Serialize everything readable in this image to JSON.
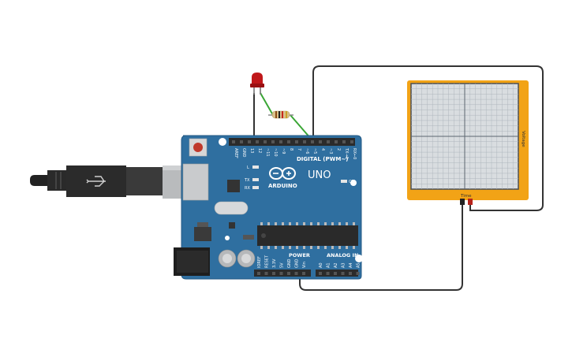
{
  "board": {
    "logo_text": "ARDUINO",
    "model": "UNO",
    "digital_header_label": "DIGITAL (PWM~)",
    "power_label": "POWER",
    "analog_label": "ANALOG IN",
    "led_label_l": "L",
    "led_label_tx": "TX",
    "led_label_rx": "RX",
    "led_label_on": "ON",
    "digital_pins": [
      "AREF",
      "GND",
      "13",
      "12",
      "~11",
      "~10",
      "~9",
      "8",
      "7",
      "~6",
      "~5",
      "4",
      "~3",
      "2",
      "TX→1",
      "RX←0"
    ],
    "power_pins": [
      "IOREF",
      "RESET",
      "3.3V",
      "5V",
      "GND",
      "GND",
      "Vin"
    ],
    "analog_pins": [
      "A0",
      "A1",
      "A2",
      "A3",
      "A4",
      "A5"
    ]
  },
  "oscilloscope": {
    "x_label": "Time",
    "y_label": "Voltage"
  },
  "colors": {
    "board": "#2f6fa0",
    "board_edge": "#245a85",
    "header": "#2b2b2b",
    "scope_frame": "#f2a316",
    "scope_grid": "#9aa6b0",
    "scope_screen": "#d9dde0",
    "wire": "#333333",
    "led": "#c0181a",
    "resistor": "#d9c08a",
    "green_wire": "#3aa635"
  }
}
